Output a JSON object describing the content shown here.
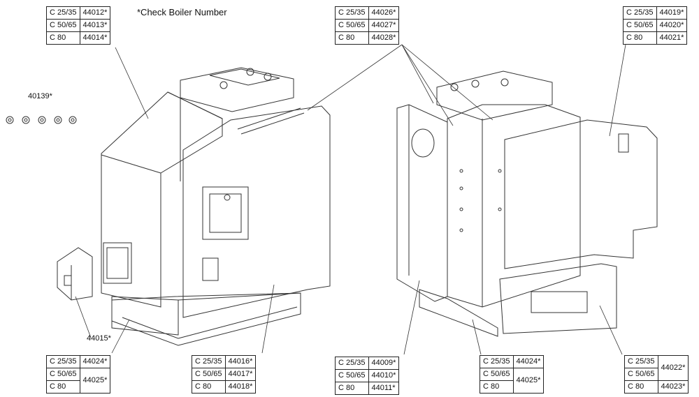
{
  "note": "*Check Boiler Number",
  "labels": {
    "nuts": "40139*",
    "small_part": "44015*"
  },
  "tables": {
    "t1": [
      [
        "C 25/35",
        "44012*"
      ],
      [
        "C 50/65",
        "44013*"
      ],
      [
        "C 80",
        "44014*"
      ]
    ],
    "t2": [
      [
        "C 25/35",
        "44026*"
      ],
      [
        "C 50/65",
        "44027*"
      ],
      [
        "C 80",
        "44028*"
      ]
    ],
    "t3": [
      [
        "C 25/35",
        "44019*"
      ],
      [
        "C 50/65",
        "44020*"
      ],
      [
        "C 80",
        "44021*"
      ]
    ],
    "t4": {
      "models": [
        "C 25/35",
        "C 50/65",
        "C 80"
      ],
      "top": "44024*",
      "merged": "44025*"
    },
    "t5": [
      [
        "C 25/35",
        "44016*"
      ],
      [
        "C 50/65",
        "44017*"
      ],
      [
        "C 80",
        "44018*"
      ]
    ],
    "t6": [
      [
        "C 25/35",
        "44009*"
      ],
      [
        "C 50/65",
        "44010*"
      ],
      [
        "C 80",
        "44011*"
      ]
    ],
    "t7": {
      "models": [
        "C 25/35",
        "C 50/65",
        "C 80"
      ],
      "top": "44024*",
      "merged": "44025*"
    },
    "t8": {
      "models": [
        "C 25/35",
        "C 50/65",
        "C 80"
      ],
      "merged": "44022*",
      "bottom": "44023*"
    }
  }
}
